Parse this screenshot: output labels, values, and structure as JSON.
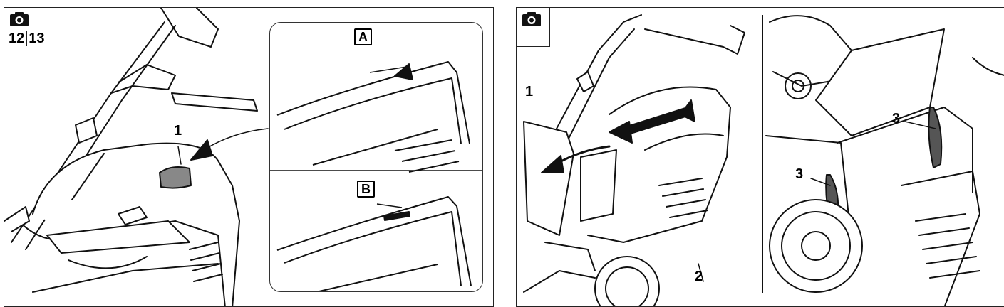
{
  "left_panel": {
    "figure_numbers": [
      "12",
      "13"
    ],
    "callouts": {
      "part_1": "1"
    },
    "inset": {
      "label_a": "A",
      "label_b": "B"
    }
  },
  "right_panel": {
    "callouts": {
      "part_1": "1",
      "part_2": "2",
      "part_3_upper": "3",
      "part_3_lower": "3"
    }
  },
  "icons": [
    "camera-icon"
  ]
}
